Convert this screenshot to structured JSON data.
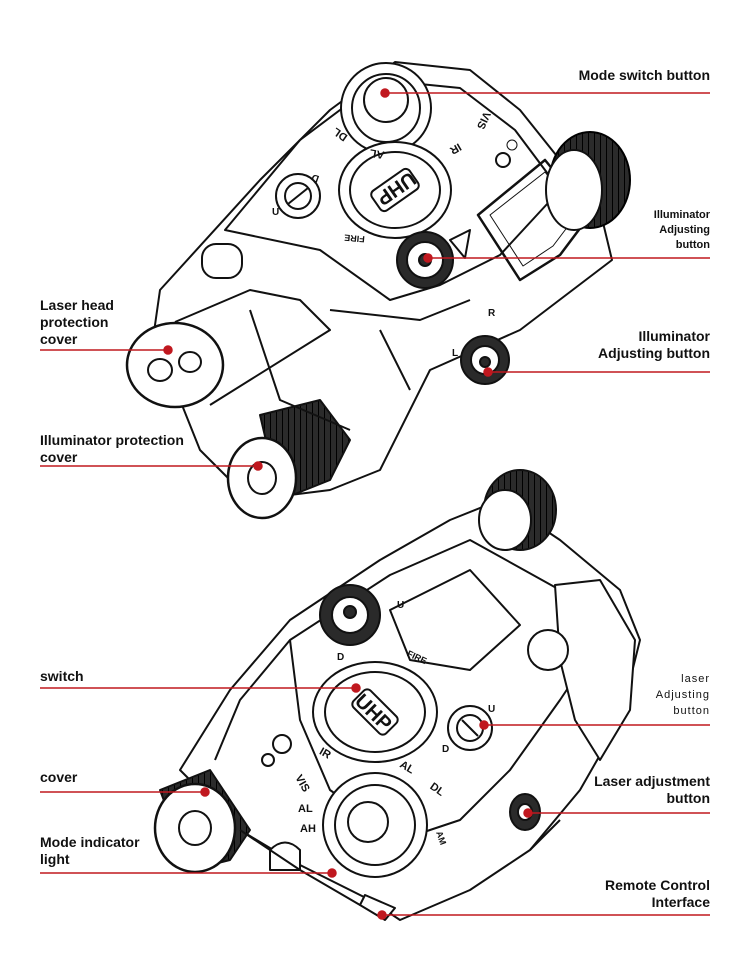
{
  "accent_color": "#c0181f",
  "labels": {
    "mode_switch_button": "Mode switch button",
    "illuminator_adjusting_button_1": "Illuminator\nAdjusting\nbutton",
    "laser_head_protection_cover": "Laser head\nprotection\ncover",
    "illuminator_adjusting_button_2": "Illuminator\nAdjusting button",
    "illuminator_protection_cover": "Illuminator protection\ncover",
    "switch": "switch",
    "laser_adjusting_button": "laser\nAdjusting\nbutton",
    "cover": "cover",
    "laser_adjustment_button": "Laser adjustment\nbutton",
    "mode_indicator_light": "Mode indicator\nlight",
    "remote_control_interface": "Remote Control\nInterface"
  },
  "device_text": {
    "brand": "UHP",
    "fire": "FIRE",
    "modes": [
      "IR",
      "VIS",
      "AL",
      "AH",
      "DL",
      "AM",
      "AL"
    ],
    "up": "U",
    "down": "D",
    "left": "L",
    "right": "R"
  }
}
